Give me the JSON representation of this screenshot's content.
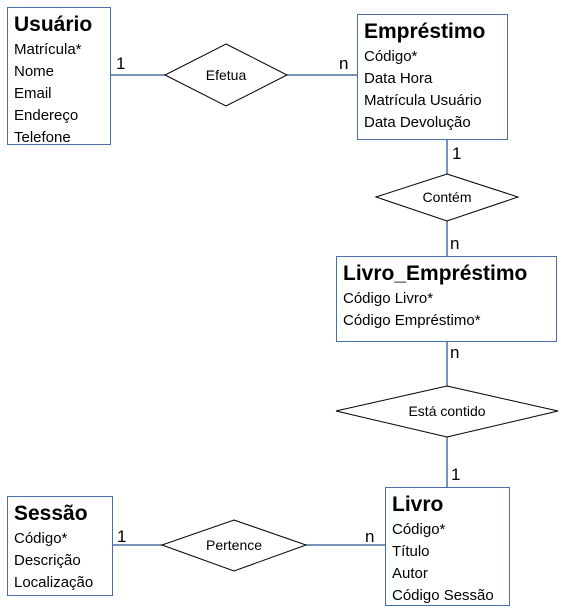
{
  "entities": {
    "usuario": {
      "title": "Usuário",
      "attributes": [
        "Matrícula*",
        "Nome",
        "Email",
        "Endereço",
        "Telefone"
      ]
    },
    "emprestimo": {
      "title": "Empréstimo",
      "attributes": [
        "Código*",
        "Data Hora",
        "Matrícula Usuário",
        "Data Devolução"
      ]
    },
    "livro_emprestimo": {
      "title": "Livro_Empréstimo",
      "attributes": [
        "Código Livro*",
        "Código Empréstimo*"
      ]
    },
    "sessao": {
      "title": "Sessão",
      "attributes": [
        "Código*",
        "Descrição",
        "Localização"
      ]
    },
    "livro": {
      "title": "Livro",
      "attributes": [
        "Código*",
        "Título",
        "Autor",
        "Código Sessão"
      ]
    }
  },
  "relationships": {
    "efetua": "Efetua",
    "contem": "Contém",
    "esta_contido": "Está contido",
    "pertence": "Pertence"
  },
  "cardinalities": {
    "efetua_usuario": "1",
    "efetua_emprestimo": "n",
    "contem_emprestimo": "1",
    "contem_livro_emprestimo": "n",
    "esta_contido_livro_emprestimo": "n",
    "esta_contido_livro": "1",
    "pertence_sessao": "1",
    "pertence_livro": "n"
  },
  "colors": {
    "border": "#4a6fa5",
    "line": "#4a6fa5",
    "background": "#ffffff"
  }
}
